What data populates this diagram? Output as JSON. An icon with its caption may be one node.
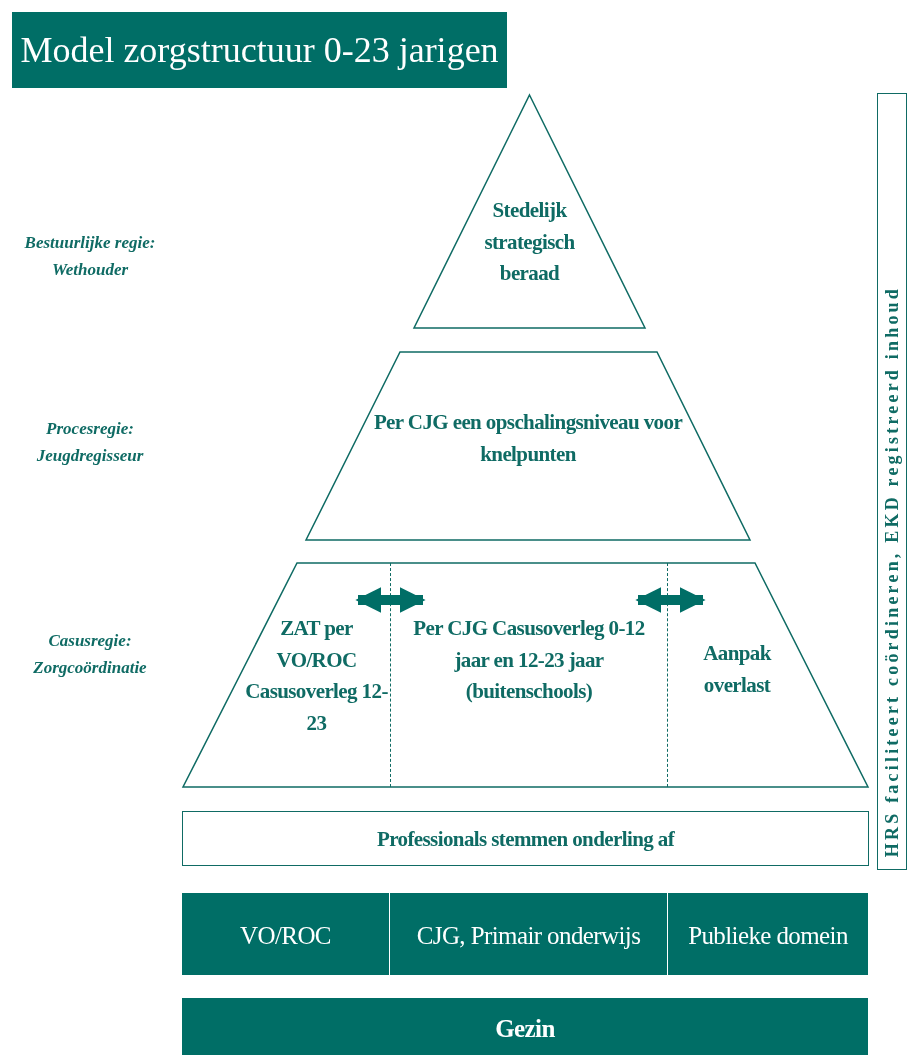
{
  "diagram": {
    "title": "Model zorgstructuur 0-23 jarigen",
    "nodes": [
      {
        "text": [
          "Stedelijk strategisch beraad"
        ]
      },
      {
        "text": [
          "Per CJG een opschalingsniveau voor knelpunten"
        ]
      },
      {
        "text": [],
        "shape": "trapezoid"
      },
      {
        "text": [
          "ZAT per VO/ROC Casusoverleg 12-23"
        ],
        "in": 2
      },
      {
        "text": [
          "Per CJG Casusoverleg 0-12 jaar en 12-23 jaar (buitenschools)"
        ],
        "in": 2
      },
      {
        "text": [
          "Aanpak overlast"
        ],
        "in": 2
      },
      {
        "text": [
          "Professionals stemmen onderling af"
        ]
      },
      {
        "text": [
          "VO/ROC"
        ]
      },
      {
        "text": [
          "CJG, Primair onderwijs"
        ]
      },
      {
        "text": [
          "Publieke domein"
        ]
      },
      {
        "text": [
          "Gezin"
        ]
      },
      {
        "text": [
          "HRS faciliteert coördineren, EKD registreerd inhoud"
        ]
      }
    ],
    "edges": [
      {
        "from": 3,
        "to": 4,
        "arrow": "both"
      },
      {
        "from": 4,
        "to": 5,
        "arrow": "both"
      }
    ],
    "labels": [
      "Bestuurlijke regie: Wethouder",
      "Procesregie: Jeugdregisseur",
      "Casusregie: Zorgcoördinatie"
    ]
  }
}
